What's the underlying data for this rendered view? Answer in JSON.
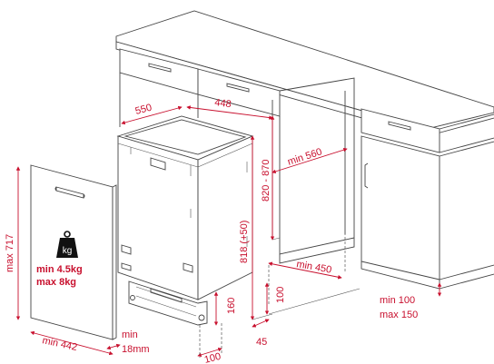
{
  "dimensions": {
    "niche_width": "550",
    "cabinet_width": "448",
    "niche_depth_min": "min 560",
    "counter_height": "820 - 870",
    "appliance_height": "818 (+50)",
    "depth_min": "min 450",
    "plinth_height": "100",
    "plinth_offset": "45",
    "foot_height": "160",
    "foot_depth": "100",
    "door_height": "max 717",
    "door_width": "min 442",
    "door_thickness_prefix": "min",
    "door_thickness": "18mm",
    "adjust_min": "min 100",
    "adjust_max": "max 150",
    "weight_min": "min  4.5kg",
    "weight_max": "max 8kg",
    "weight_icon_label": "kg"
  },
  "colors": {
    "accent": "#c8102e",
    "line": "#444444",
    "background": "#ffffff"
  },
  "icons": [
    "weight-icon",
    "arrow-icon"
  ]
}
